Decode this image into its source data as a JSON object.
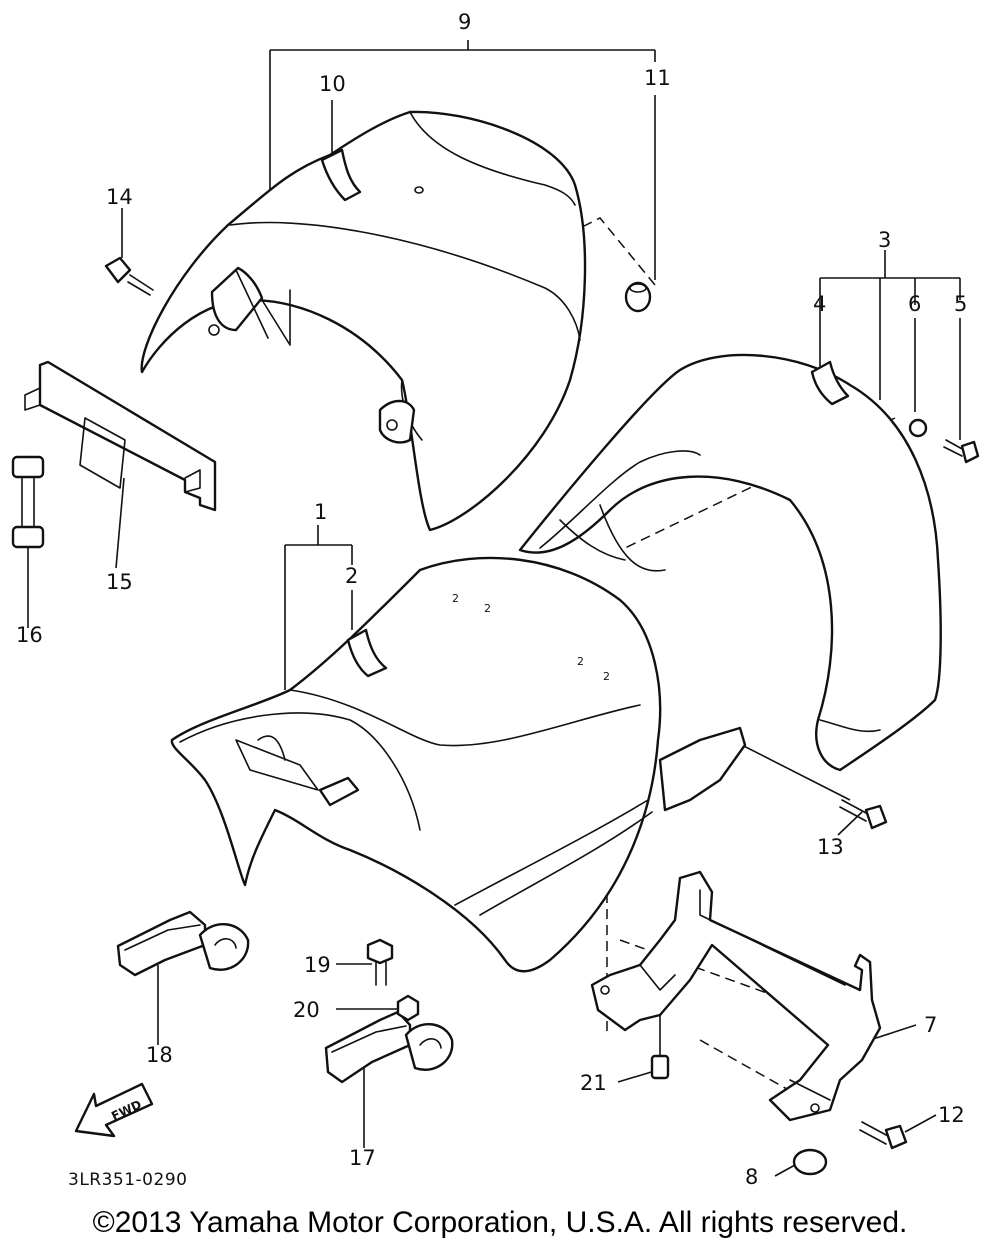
{
  "callouts": [
    "1",
    "2",
    "3",
    "4",
    "5",
    "6",
    "7",
    "8",
    "9",
    "10",
    "11",
    "12",
    "13",
    "14",
    "15",
    "16",
    "17",
    "18",
    "19",
    "20",
    "21"
  ],
  "diagram_code": "3LR351-0290",
  "fwd_label": "FWD",
  "copyright": "©2013 Yamaha Motor Corporation, U.S.A. All rights reserved."
}
